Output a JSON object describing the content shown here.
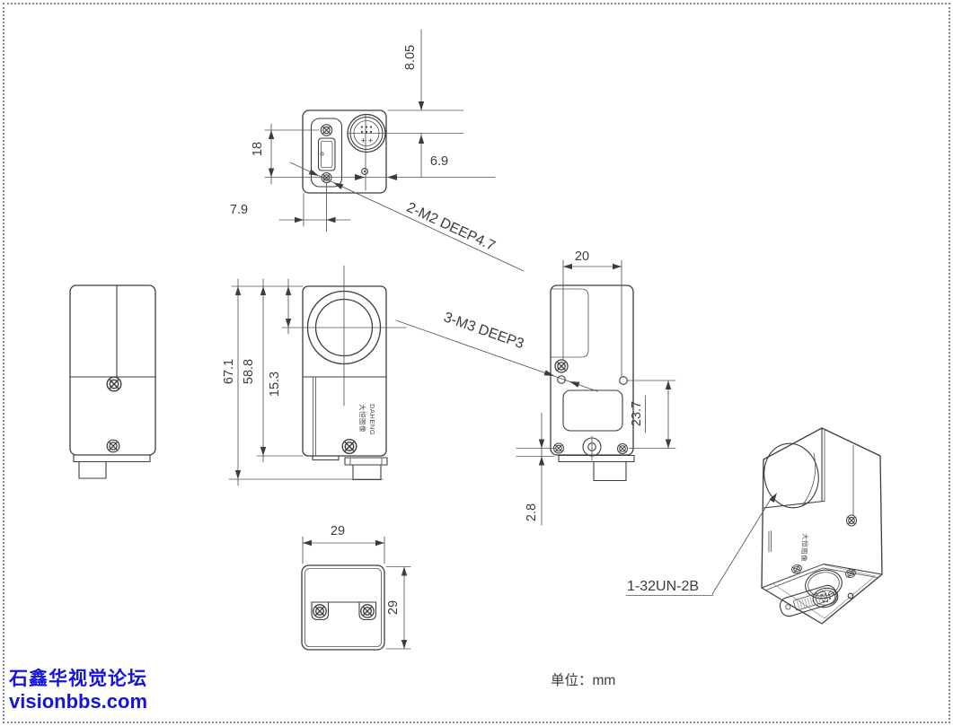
{
  "page": {
    "unit_label": "单位：mm"
  },
  "watermark": {
    "line1": "石鑫华视觉论坛",
    "line2": "visionbbs.com"
  },
  "logo": {
    "cn": "大恒图像",
    "en": "DAHENG"
  },
  "colors": {
    "line": "#3d3d3d",
    "watermark_blue": "#1414dd",
    "text": "#3b3b3b"
  },
  "dims": {
    "top": {
      "height": "8.05",
      "conn": "6.9",
      "screws": "18",
      "port": "7.9",
      "note": "2-M2 DEEP4.7"
    },
    "front": {
      "total": "67.1",
      "body": "58.8",
      "lens": "15.3",
      "note": "3-M3 DEEP3"
    },
    "back": {
      "width": "20",
      "hole": "23.7",
      "base": "2.8"
    },
    "bottom": {
      "width": "29",
      "depth": "29"
    },
    "iso": {
      "note": "1-32UN-2B"
    }
  }
}
